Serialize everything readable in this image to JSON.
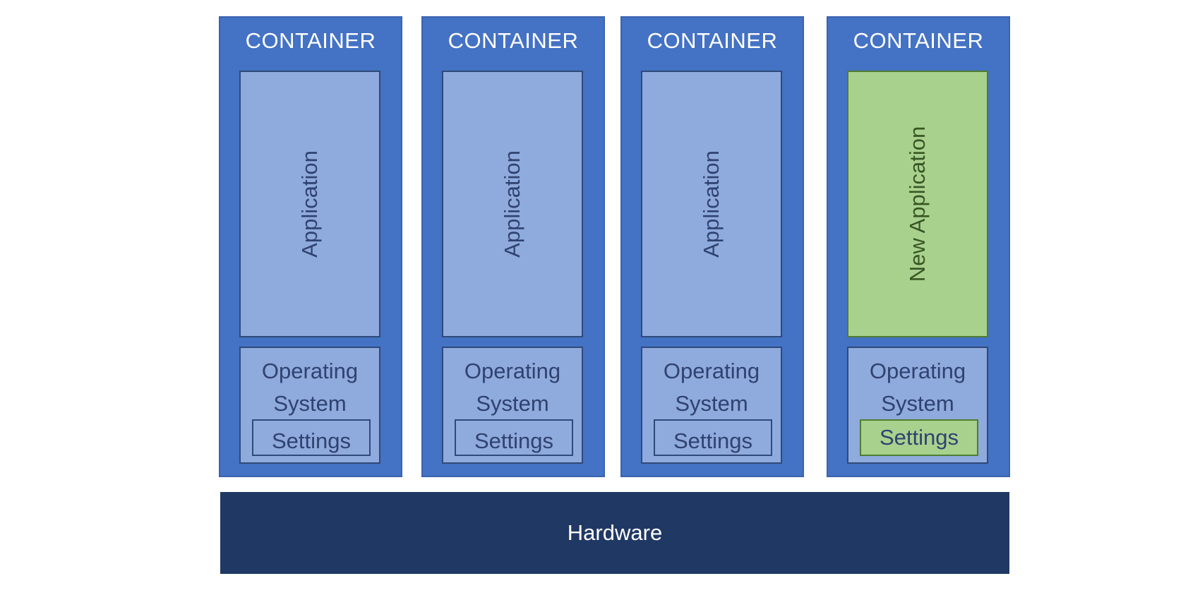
{
  "colors": {
    "container": "#4472c4",
    "app_box": "#8faadc",
    "highlight": "#a9d18e",
    "hardware": "#203864",
    "text_dark": "#2f4270",
    "text_light": "#ffffff"
  },
  "containers": [
    {
      "title": "CONTAINER",
      "application": "Application",
      "os": "Operating\nSystem",
      "settings": "Settings",
      "highlighted": false
    },
    {
      "title": "CONTAINER",
      "application": "Application",
      "os": "Operating\nSystem",
      "settings": "Settings",
      "highlighted": false
    },
    {
      "title": "CONTAINER",
      "application": "Application",
      "os": "Operating\nSystem",
      "settings": "Settings",
      "highlighted": false
    },
    {
      "title": "CONTAINER",
      "application": "New Application",
      "os": "Operating\nSystem",
      "settings": "Settings",
      "highlighted": true
    }
  ],
  "hardware": {
    "label": "Hardware"
  }
}
